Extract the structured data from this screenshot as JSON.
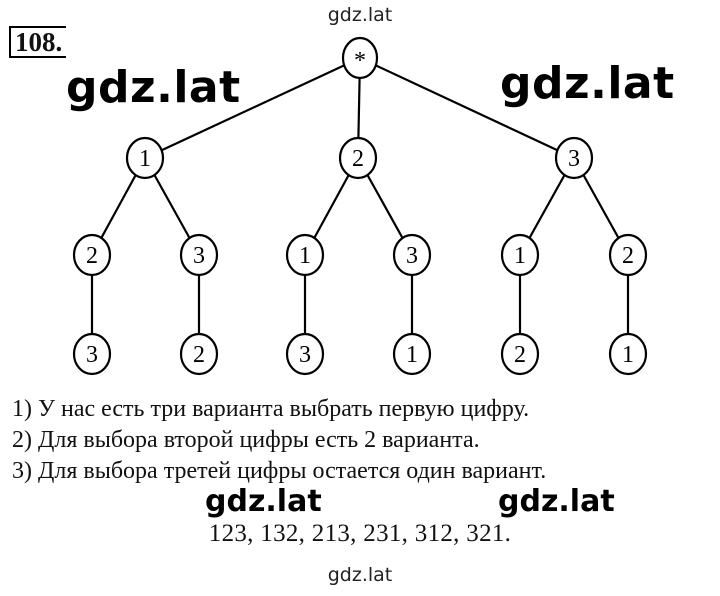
{
  "watermark": {
    "top": "gdz.lat",
    "big_left": "gdz.lat",
    "big_right": "gdz.lat",
    "mid_left": "gdz.lat",
    "mid_right": "gdz.lat",
    "bottom": "gdz.lat"
  },
  "problem": {
    "number": "108."
  },
  "tree": {
    "root": "*",
    "level1": [
      "1",
      "2",
      "3"
    ],
    "level2": [
      "2",
      "3",
      "1",
      "3",
      "1",
      "2"
    ],
    "level3": [
      "3",
      "2",
      "3",
      "1",
      "2",
      "1"
    ]
  },
  "text": {
    "lines": [
      "1) У нас есть три варианта выбрать первую цифру.",
      "2) Для выбора второй цифры есть 2 варианта.",
      "3) Для выбора третей цифры остается один вариант."
    ],
    "answer": "123, 132, 213, 231, 312, 321."
  }
}
